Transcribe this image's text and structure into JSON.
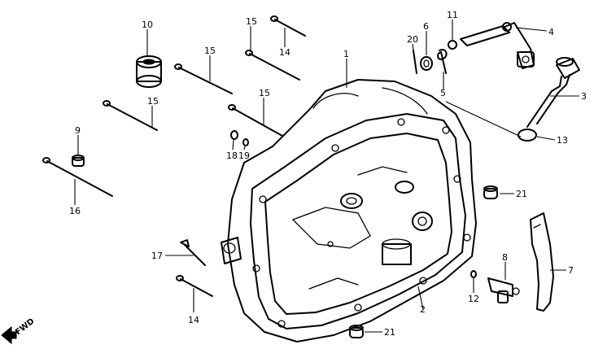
{
  "callouts": [
    {
      "id": "c1",
      "text": "1"
    },
    {
      "id": "c2",
      "text": "2"
    },
    {
      "id": "c3",
      "text": "3"
    },
    {
      "id": "c4",
      "text": "4"
    },
    {
      "id": "c5",
      "text": "5"
    },
    {
      "id": "c6",
      "text": "6"
    },
    {
      "id": "c7",
      "text": "7"
    },
    {
      "id": "c8",
      "text": "8"
    },
    {
      "id": "c9",
      "text": "9"
    },
    {
      "id": "c10",
      "text": "10"
    },
    {
      "id": "c11",
      "text": "11"
    },
    {
      "id": "c12",
      "text": "12"
    },
    {
      "id": "c13",
      "text": "13"
    },
    {
      "id": "c14a",
      "text": "14"
    },
    {
      "id": "c14b",
      "text": "14"
    },
    {
      "id": "c15a",
      "text": "15"
    },
    {
      "id": "c15b",
      "text": "15"
    },
    {
      "id": "c15c",
      "text": "15"
    },
    {
      "id": "c15d",
      "text": "15"
    },
    {
      "id": "c16",
      "text": "16"
    },
    {
      "id": "c17",
      "text": "17"
    },
    {
      "id": "c18",
      "text": "18"
    },
    {
      "id": "c19",
      "text": "19"
    },
    {
      "id": "c20",
      "text": "20"
    },
    {
      "id": "c21a",
      "text": "21"
    },
    {
      "id": "c21b",
      "text": "21"
    }
  ],
  "direction_marker": {
    "text": "FWD"
  }
}
